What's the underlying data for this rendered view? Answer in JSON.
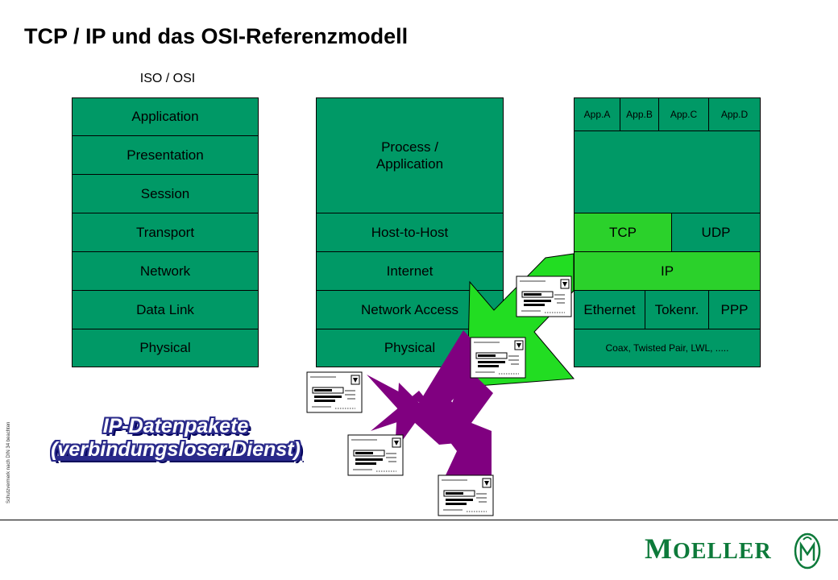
{
  "title": "TCP / IP und das OSI-Referenzmodell",
  "iso_label": "ISO / OSI",
  "osi_layers": [
    "Application",
    "Presentation",
    "Session",
    "Transport",
    "Network",
    "Data Link",
    "Physical"
  ],
  "tcpip_layers": {
    "process": "Process /\nApplication",
    "host": "Host-to-Host",
    "internet": "Internet",
    "network_access": "Network Access",
    "physical": "Physical"
  },
  "protocols": {
    "apps": [
      "App.A",
      "App.B",
      "App.C",
      "App.D"
    ],
    "tcp": "TCP",
    "udp": "UDP",
    "ip": "IP",
    "ethernet": "Ethernet",
    "tokenr": "Tokenr.",
    "ppp": "PPP",
    "media": "Coax, Twisted Pair, LWL,  ....."
  },
  "caption": {
    "line1": "IP-Datenpakete",
    "line2": "(verbindungsloser Dienst)"
  },
  "sidebar_note": "Schutzvermerk nach DIN 34 beachten",
  "logo": {
    "text_main": "M",
    "text_rest": "OELLER"
  },
  "colors": {
    "green": "#009966",
    "bright_green": "#2bd12b",
    "arrow_purple": "#800080",
    "logo_green": "#0d7a3a"
  }
}
